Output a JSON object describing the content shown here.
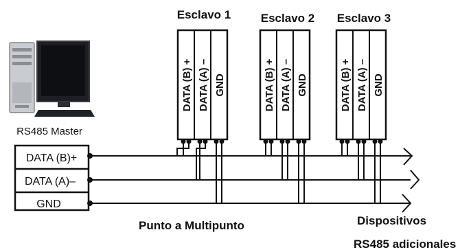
{
  "master": {
    "label": "RS485 Master",
    "icons": [
      "computer-tower-icon",
      "monitor-icon",
      "keyboard-icon"
    ],
    "terminals": [
      "DATA (B)+",
      "DATA (A)–",
      "GND"
    ]
  },
  "slaves": [
    {
      "title": "Esclavo 1",
      "pins": [
        "DATA (B) +",
        "DATA (A) –",
        "GND"
      ]
    },
    {
      "title": "Esclavo 2",
      "pins": [
        "DATA (B) +",
        "DATA (A) –",
        "GND"
      ]
    },
    {
      "title": "Esclavo 3",
      "pins": [
        "DATA (B) +",
        "DATA (A) –",
        "GND"
      ]
    }
  ],
  "labels": {
    "topology": "Punto a Multipunto",
    "extra_line1": "Dispositivos",
    "extra_line2": "RS485 adicionales"
  },
  "colors": {
    "line": "#111111",
    "background": "#ffffff",
    "screen": "#0d0f12",
    "tower": "#c9ccd0"
  }
}
